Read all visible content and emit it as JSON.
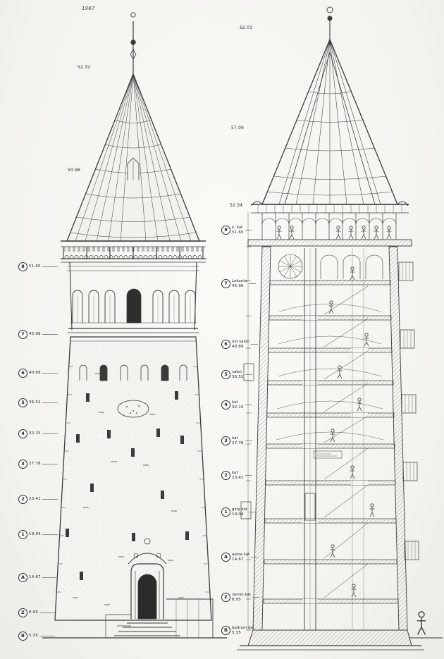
{
  "drawing": {
    "subject": "tower elevation and cross-section drawing",
    "views": [
      "elevation",
      "section"
    ]
  },
  "colors": {
    "paper": "#f6f5f1",
    "ink": "#3a3a3a"
  },
  "annotations": {
    "scribble": "1967",
    "left_top": "52.32",
    "left_mid": "50.96",
    "right_apex": "62.03",
    "right_mid": "57.06",
    "right_eave": "52.34"
  },
  "left_levels": [
    {
      "num": "8",
      "elev": "51.65"
    },
    {
      "num": "7",
      "elev": "45.96"
    },
    {
      "num": "6",
      "elev": "40.89"
    },
    {
      "num": "5",
      "elev": "36.52"
    },
    {
      "num": "4",
      "elev": "32.15"
    },
    {
      "num": "3",
      "elev": "27.78"
    },
    {
      "num": "2",
      "elev": "23.41"
    },
    {
      "num": "1",
      "elev": "19.04"
    },
    {
      "num": "A",
      "elev": "14.67"
    },
    {
      "num": "Z",
      "elev": "8.95"
    },
    {
      "num": "B",
      "elev": "5.35"
    }
  ],
  "right_levels": [
    {
      "num": "8",
      "name": "k. kat",
      "elev": "51.65"
    },
    {
      "num": "7",
      "name": "Lokanta",
      "elev": "45.96"
    },
    {
      "num": "6",
      "name": "üst salon",
      "elev": "40.89"
    },
    {
      "num": "5",
      "name": "salon",
      "elev": "36.52"
    },
    {
      "num": "4",
      "name": "kat",
      "elev": "32.15"
    },
    {
      "num": "3",
      "name": "kat",
      "elev": "27.78"
    },
    {
      "num": "2",
      "name": "kat",
      "elev": "23.41"
    },
    {
      "num": "1",
      "name": "giriş kat",
      "elev": "19.04"
    },
    {
      "num": "A",
      "name": "asma kat",
      "elev": "14.67"
    },
    {
      "num": "Z",
      "name": "zemin kat",
      "elev": "8.95"
    },
    {
      "num": "B",
      "name": "bodrum kat",
      "elev": "5.35"
    }
  ]
}
